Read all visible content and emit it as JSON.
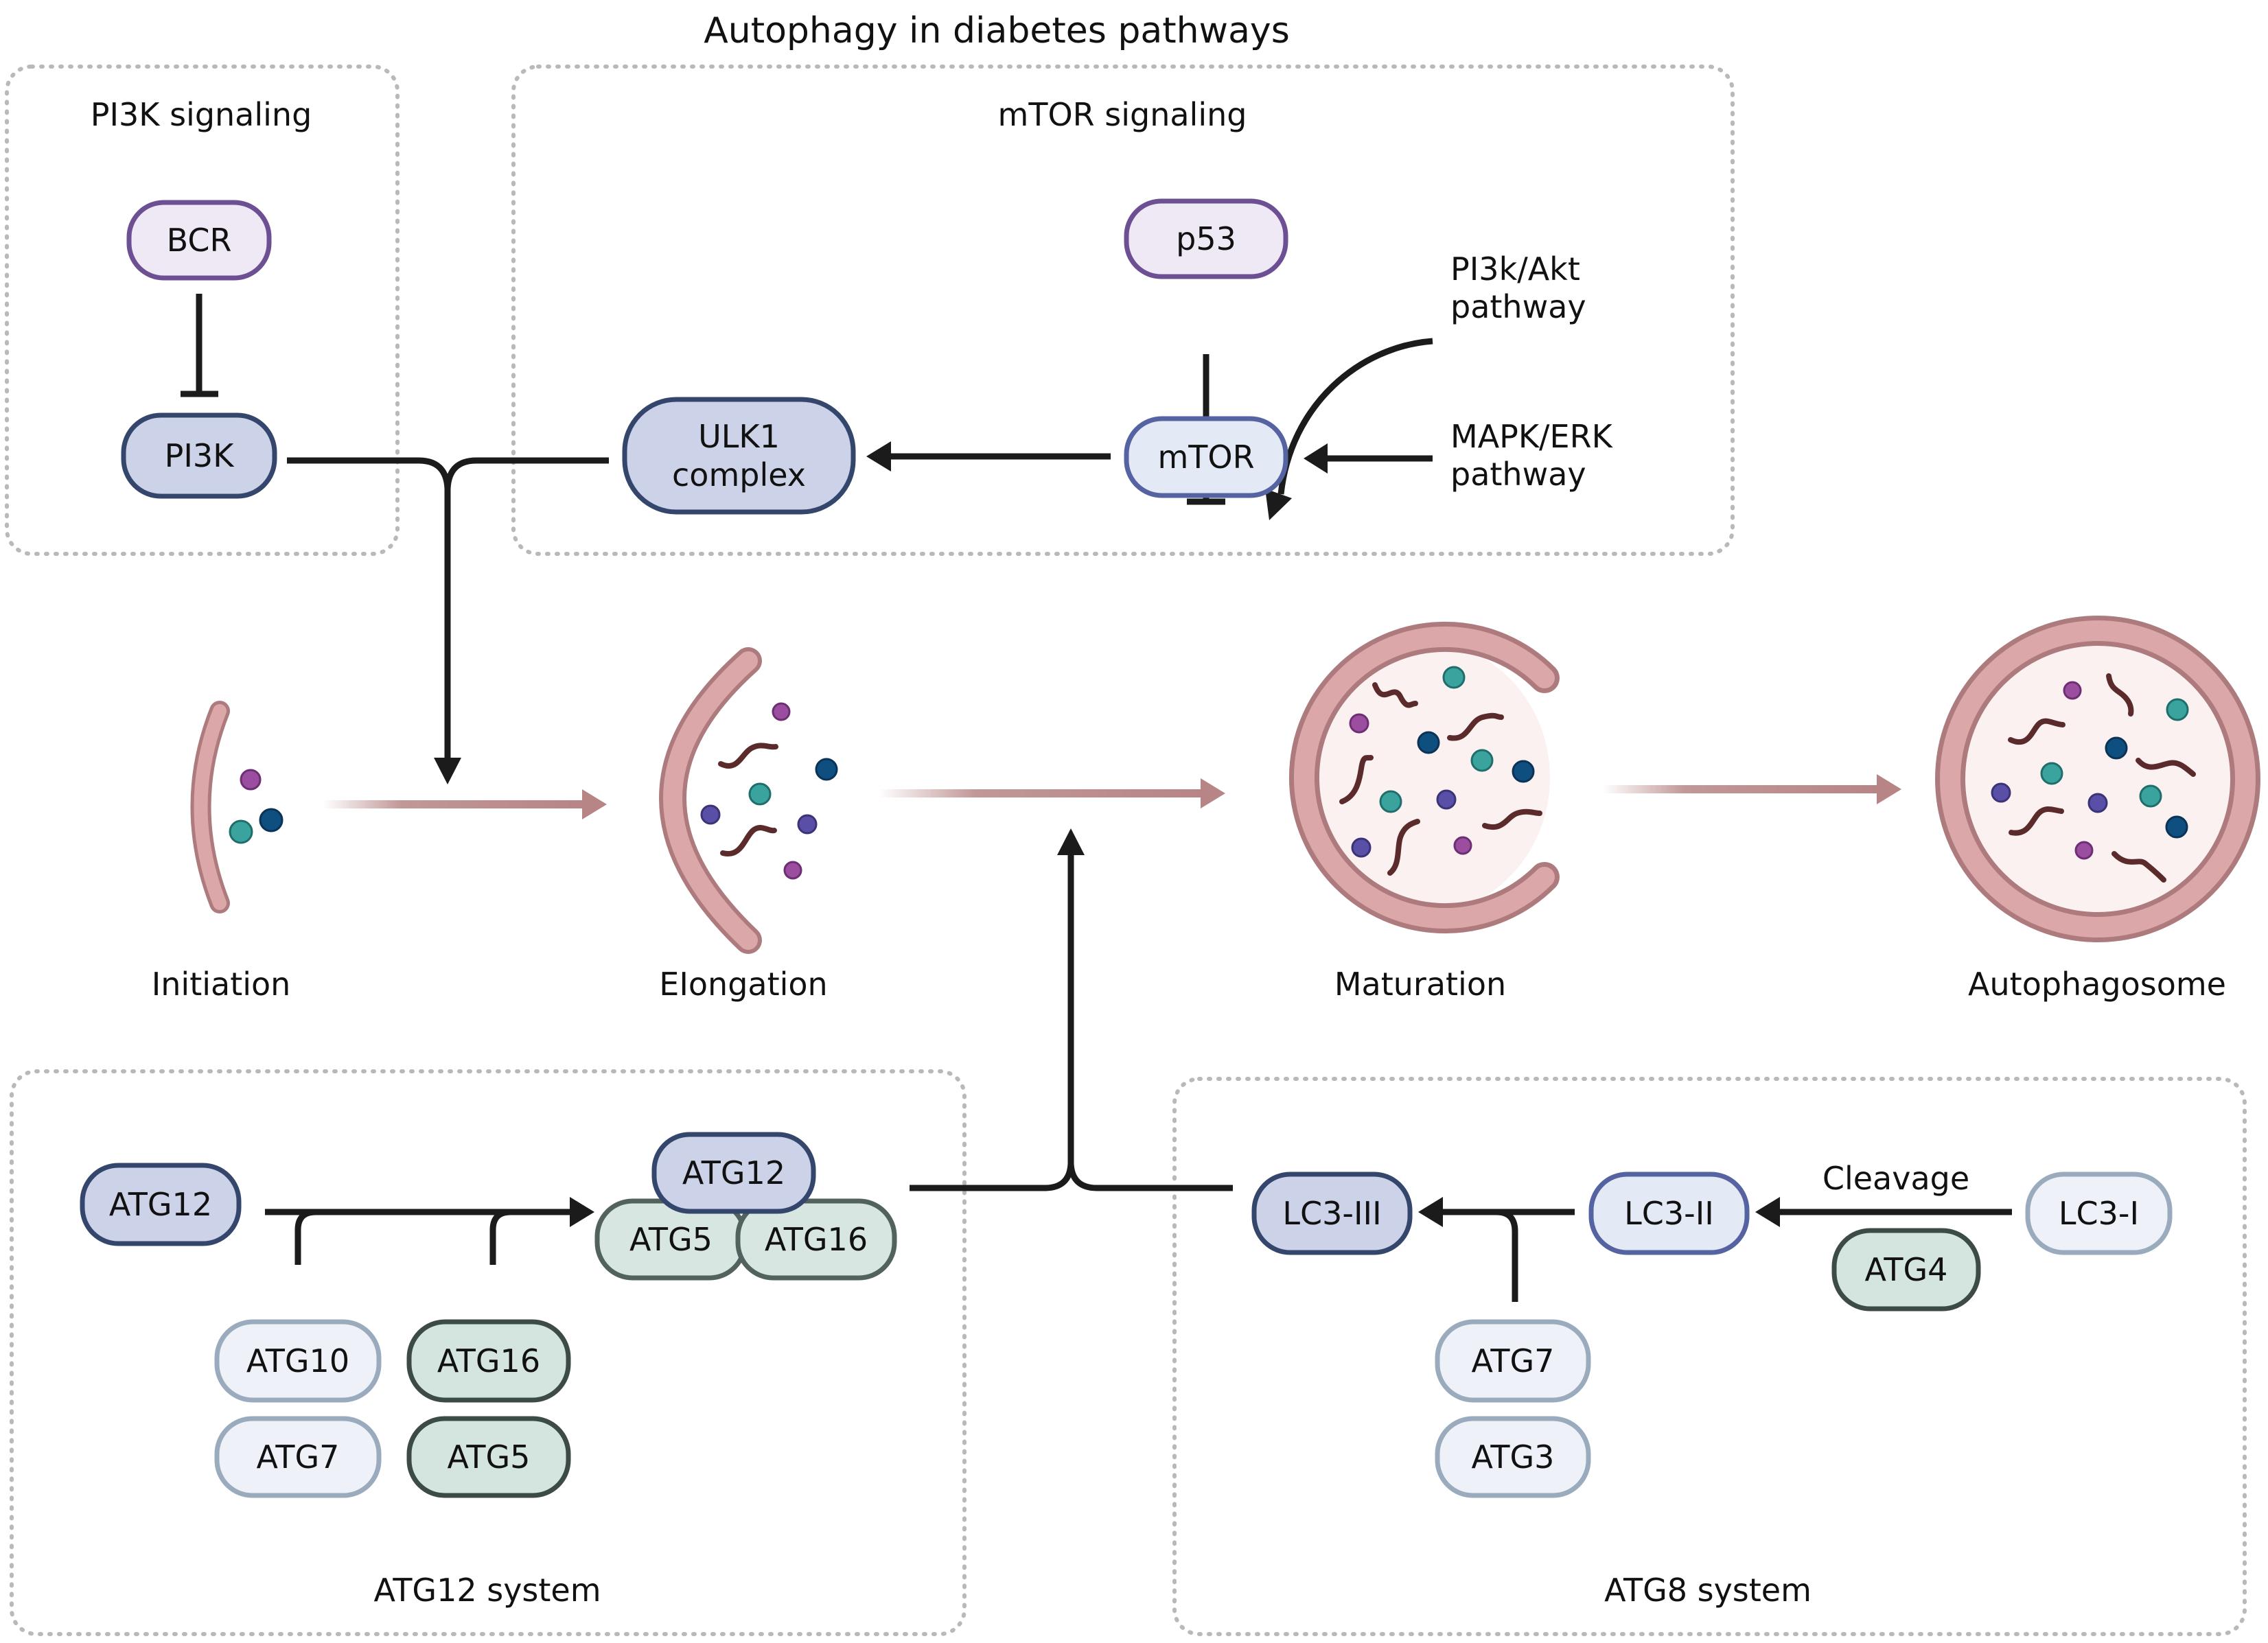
{
  "title": "Autophagy in diabetes pathways",
  "groups": {
    "pi3k": {
      "label": "PI3K signaling"
    },
    "mtor": {
      "label": "mTOR signaling"
    },
    "atg12": {
      "label": "ATG12 system"
    },
    "atg8": {
      "label": "ATG8 system"
    }
  },
  "nodes": {
    "bcr": {
      "label": "BCR",
      "style": "purple"
    },
    "pi3k": {
      "label": "PI3K",
      "style": "navy"
    },
    "ulk1": {
      "label_lines": [
        "ULK1",
        "complex"
      ],
      "style": "navy"
    },
    "p53": {
      "label": "p53",
      "style": "purple"
    },
    "mtor": {
      "label": "mTOR",
      "style": "blue-light"
    },
    "atg12_left": {
      "label": "ATG12",
      "style": "navy"
    },
    "atg10": {
      "label": "ATG10",
      "style": "pale"
    },
    "atg7_left": {
      "label": "ATG7",
      "style": "pale"
    },
    "atg16_lower": {
      "label": "ATG16",
      "style": "green"
    },
    "atg5_lower": {
      "label": "ATG5",
      "style": "green"
    },
    "complex_atg5": {
      "label": "ATG5",
      "style": "green-light"
    },
    "complex_atg16": {
      "label": "ATG16",
      "style": "green-light"
    },
    "complex_atg12": {
      "label": "ATG12",
      "style": "navy"
    },
    "lc3_iii": {
      "label": "LC3-III",
      "style": "navy"
    },
    "lc3_ii": {
      "label": "LC3-II",
      "style": "blue-light"
    },
    "lc3_i": {
      "label": "LC3-I",
      "style": "pale"
    },
    "atg4": {
      "label": "ATG4",
      "style": "green"
    },
    "atg7_right": {
      "label": "ATG7",
      "style": "pale"
    },
    "atg3": {
      "label": "ATG3",
      "style": "pale"
    }
  },
  "external_inputs": {
    "pi3k_akt": [
      "PI3k/Akt",
      "pathway"
    ],
    "mapk_erk": [
      "MAPK/ERK",
      "pathway"
    ]
  },
  "edge_labels": {
    "cleavage": "Cleavage"
  },
  "edges": [
    {
      "from": "bcr",
      "to": "pi3k",
      "type": "inhibition"
    },
    {
      "from": "p53",
      "to": "mtor",
      "type": "inhibition"
    },
    {
      "from": "pi3k_akt",
      "to": "mtor",
      "type": "activation"
    },
    {
      "from": "mapk_erk",
      "to": "mtor",
      "type": "activation"
    },
    {
      "from": "mtor",
      "to": "ulk1",
      "type": "activation"
    },
    {
      "from": "pi3k",
      "to": "initiation",
      "type": "activation",
      "merge_with": "ulk1"
    },
    {
      "from": "atg12_left",
      "to": "atg12_atg5_atg16_complex",
      "type": "activation",
      "via": [
        "atg10",
        "atg7_left",
        "atg16_lower",
        "atg5_lower"
      ]
    },
    {
      "from": "lc3_i",
      "to": "lc3_ii",
      "type": "activation",
      "label": "Cleavage",
      "via": [
        "atg4"
      ]
    },
    {
      "from": "lc3_ii",
      "to": "lc3_iii",
      "type": "activation",
      "via": [
        "atg7_right",
        "atg3"
      ]
    },
    {
      "from": "atg12_atg5_atg16_complex",
      "to": "elongation_maturation",
      "type": "activation",
      "merge_with": "lc3_iii"
    }
  ],
  "stages": [
    {
      "id": "initiation",
      "label": "Initiation"
    },
    {
      "id": "elongation",
      "label": "EIongation"
    },
    {
      "id": "maturation",
      "label": "Maturation"
    },
    {
      "id": "autophagosome",
      "label": "Autophagosome"
    }
  ],
  "palette": {
    "purple": {
      "fill": "#efe9f5",
      "stroke": "#6d4f93"
    },
    "navy": {
      "fill": "#ccd2e7",
      "stroke": "#34466c"
    },
    "blue-light": {
      "fill": "#e4e9f6",
      "stroke": "#5563a3"
    },
    "pale": {
      "fill": "#eef2f8",
      "stroke": "#9aabbd"
    },
    "green": {
      "fill": "#d4e4df",
      "stroke": "#3d4b47"
    },
    "green-light": {
      "fill": "#d8e6e2",
      "stroke": "#52625e"
    },
    "membrane": "#dba7a8",
    "membrane_edge": "#ad7b7d",
    "lumen": "#fbf1f1",
    "cargo_magenta": "#9b4ea0",
    "cargo_navy": "#0f4f80",
    "cargo_teal": "#3aa39e",
    "cargo_indigo": "#5a4fa6",
    "stage_arrow": "#b78585"
  }
}
